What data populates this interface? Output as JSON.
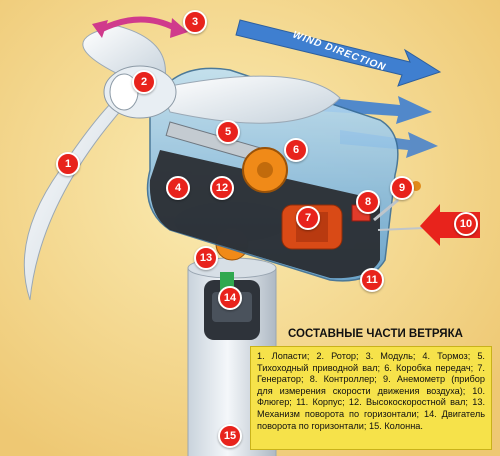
{
  "diagram": {
    "title": "СОСТАВНЫЕ ЧАСТИ ВЕТРЯКА",
    "wind_direction_label": "WIND DIRECTION",
    "legend_text": "1. Лопасти; 2. Ротор; 3. Модуль; 4. Тормоз; 5. Тихоходный приводной вал; 6. Коробка передач; 7. Генератор; 8. Контроллер; 9. Анемометр (прибор для измерения скорости движения воздуха); 10. Флюгер; 11. Корпус; 12. Высокоскоростной вал; 13. Механизм поворота по горизонтали; 14. Двигатель поворота по горизонтали; 15. Колонна.",
    "markers": [
      "1",
      "2",
      "3",
      "4",
      "5",
      "6",
      "7",
      "8",
      "9",
      "10",
      "11",
      "12",
      "13",
      "14",
      "15"
    ]
  },
  "colors": {
    "background": "#f4d98a",
    "marker": "#e8231c",
    "legend_bg": "#f6e24a",
    "blade": "#e4ebf1",
    "nacelle_glass": "#8fc3e8",
    "arrow_blue": "#3f7fd0",
    "rotation_arrow": "#d03a8c",
    "gear": "#f08a18",
    "generator": "#d94a16"
  }
}
